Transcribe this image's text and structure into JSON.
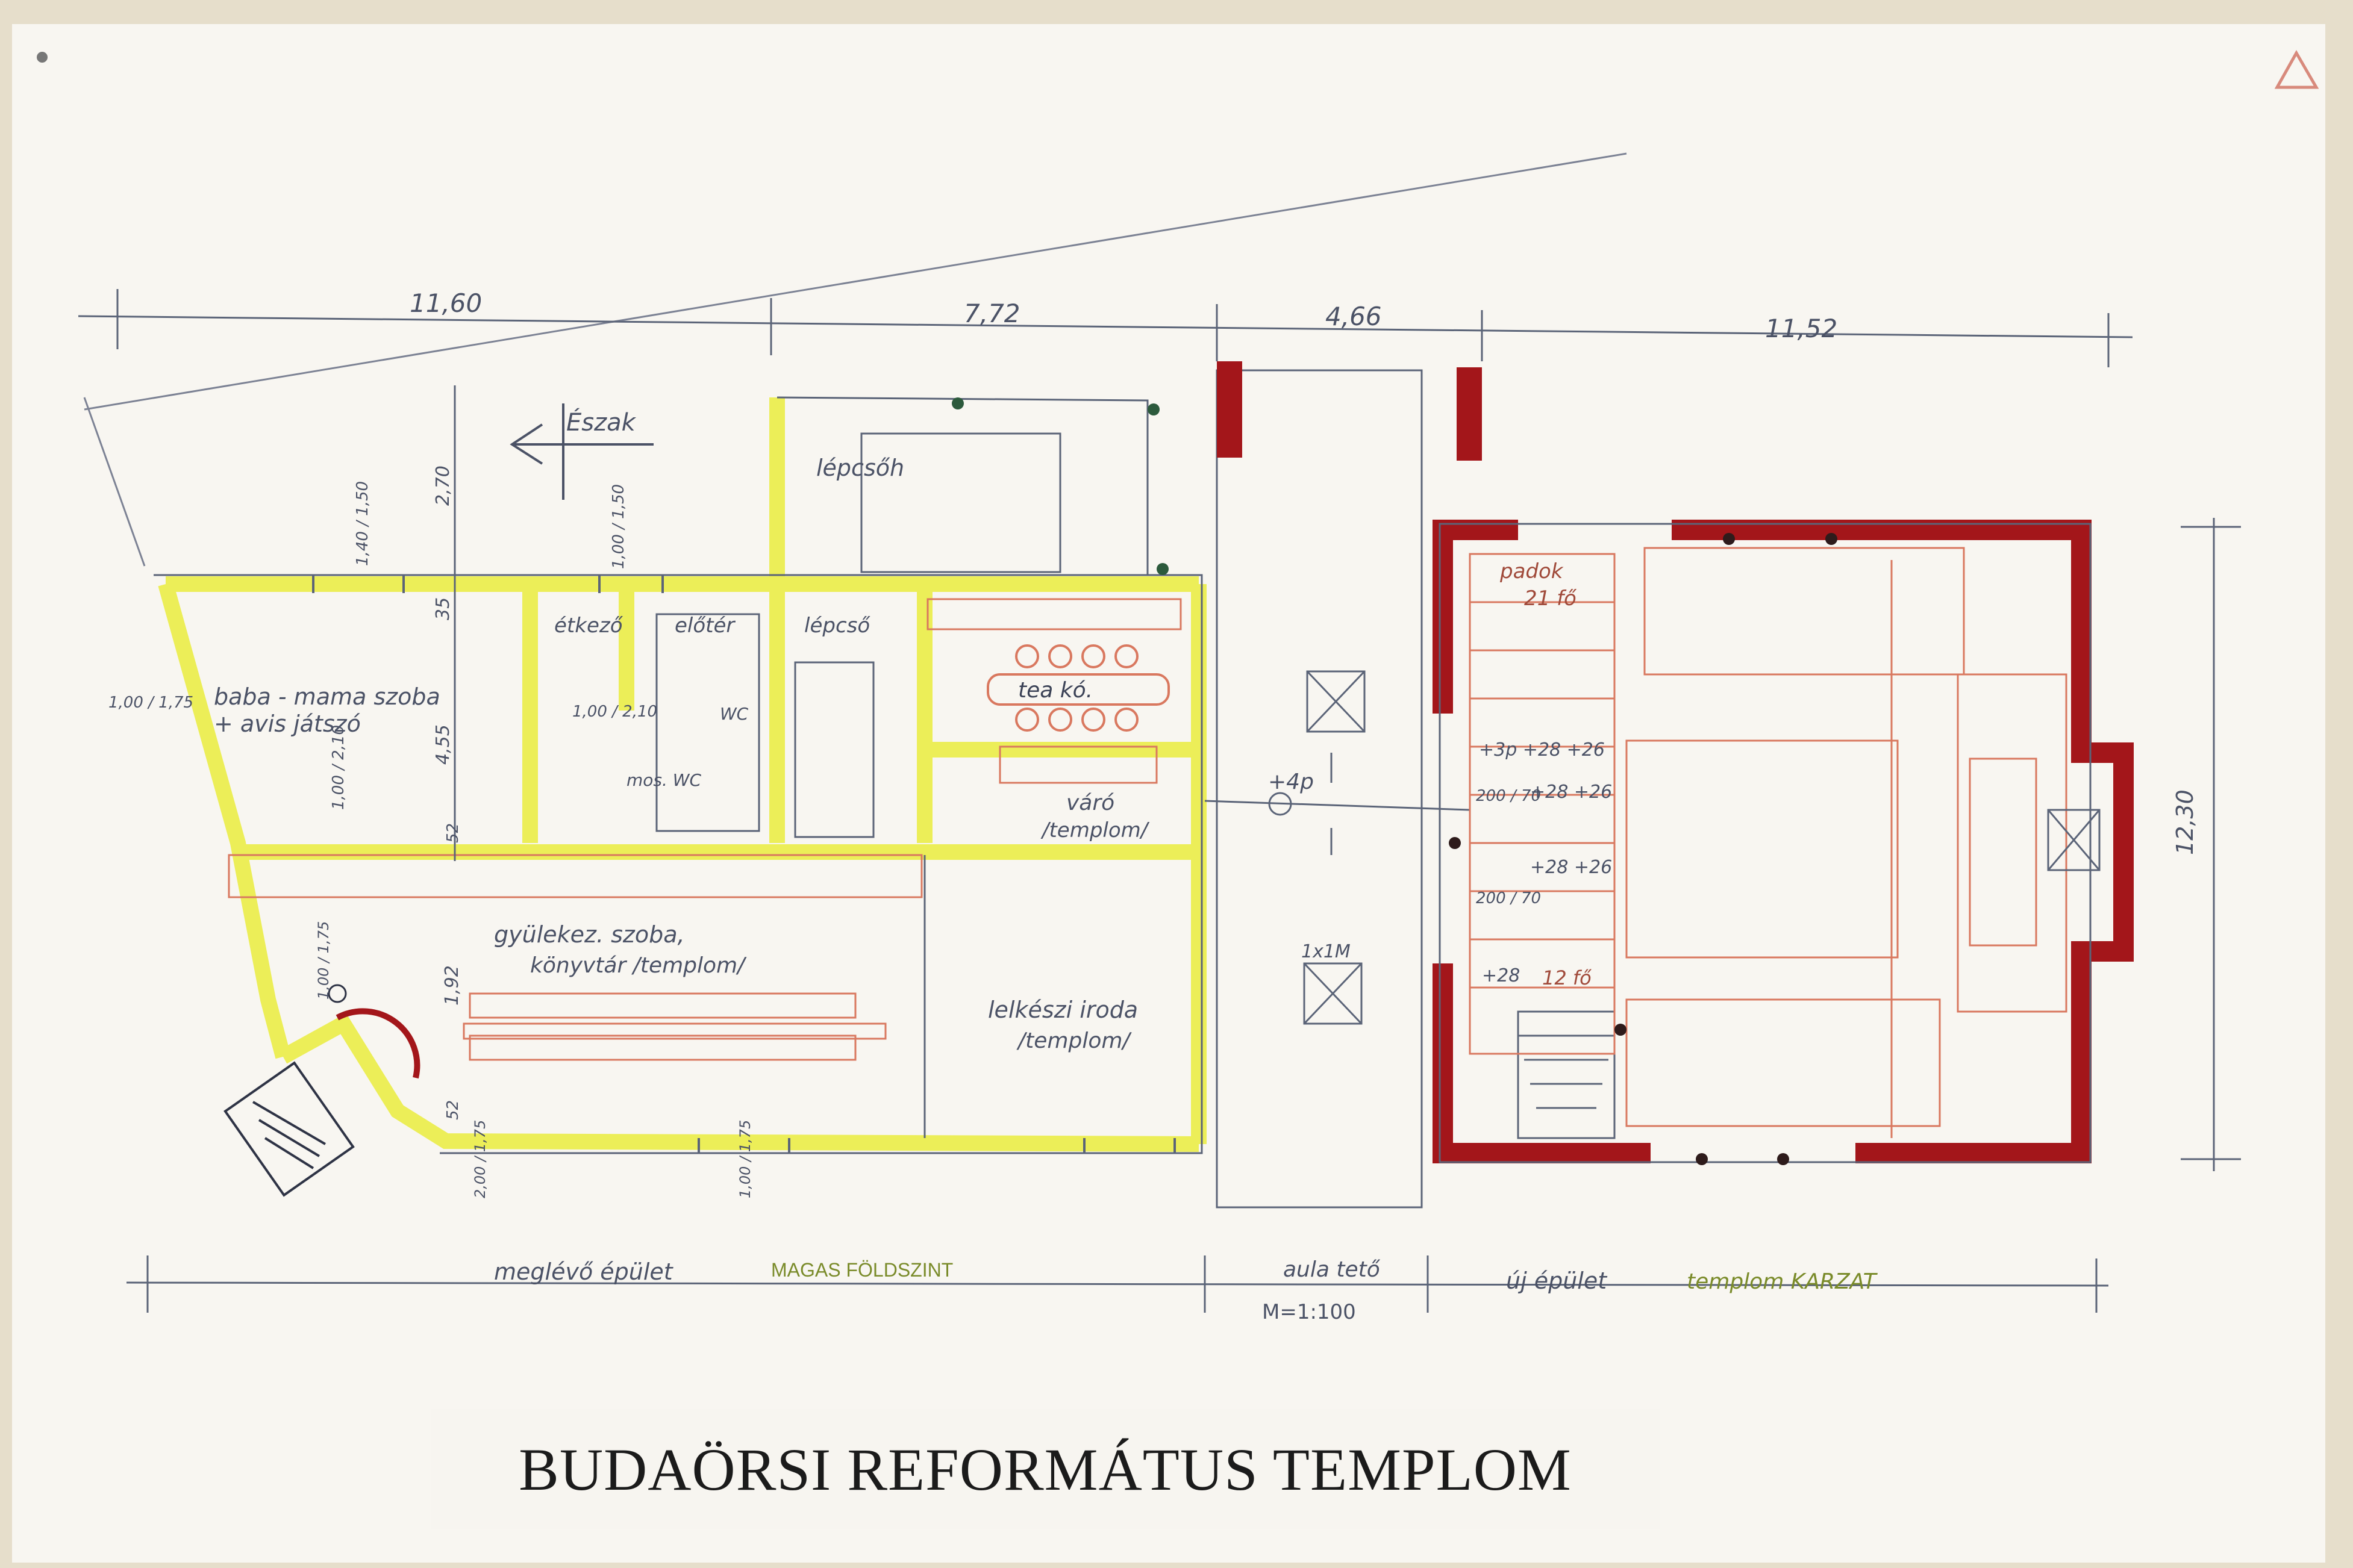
{
  "title": "BUDAÖRSI REFORMÁTUS TEMPLOM",
  "scale": "M=1:100",
  "north_label": "Észak",
  "colors": {
    "existing_wall": "#ecee58",
    "new_wall": "#a3161a",
    "pencil": "#5b6478",
    "red_pencil": "#d9785f",
    "paper": "#f8f6f1",
    "background": "#e9e2cf"
  },
  "dimensions": {
    "top": [
      "11,60",
      "7,72",
      "4,66",
      "11,52"
    ],
    "right": "12,30",
    "left": [
      "2,70",
      "35",
      "4,55",
      "1,40 / 1,50",
      "1,00 / 1,50",
      "1,00 / 2,10",
      "1,00 / 1,75",
      "1,00 / 2,10",
      "1,92",
      "52",
      "52"
    ],
    "bottom": [
      "2,00 / 1,75",
      "1,00 / 1,75",
      "1,00 / 1,75"
    ]
  },
  "rooms": {
    "stair_top": "lépcsőh",
    "baba_mama_1": "baba - mama szoba",
    "baba_mama_2": "+ avis játszó",
    "dining": "étkező",
    "hall": "előtér",
    "stair_mid": "lépcső",
    "tea_room": "tea kó.",
    "wc_1": "WC",
    "wc_2": "mos. WC",
    "waiting_1": "váró",
    "waiting_2": "/templom/",
    "assembly_1": "gyülekez. szoba,",
    "assembly_2": "könyvtár /templom/",
    "office_1": "lelkészi iroda",
    "office_2": "/templom/",
    "aula_level": "+4p",
    "skylight": "1x1M",
    "gallery_1": "padok",
    "gallery_2": "21 fő",
    "seats_a": "+3p +28 +26",
    "seats_b": "+28 +26",
    "seats_c": "+28 +26",
    "seats_d": "+28",
    "seats_e": "12 fő",
    "dim_200_70_a": "200 / 70",
    "dim_200_70_b": "200 / 70"
  },
  "legend": {
    "existing": "meglévő épület",
    "existing_level": "MAGAS FÖLDSZINT",
    "aula": "aula tető",
    "new": "új épület",
    "new_level": "templom KARZAT"
  }
}
